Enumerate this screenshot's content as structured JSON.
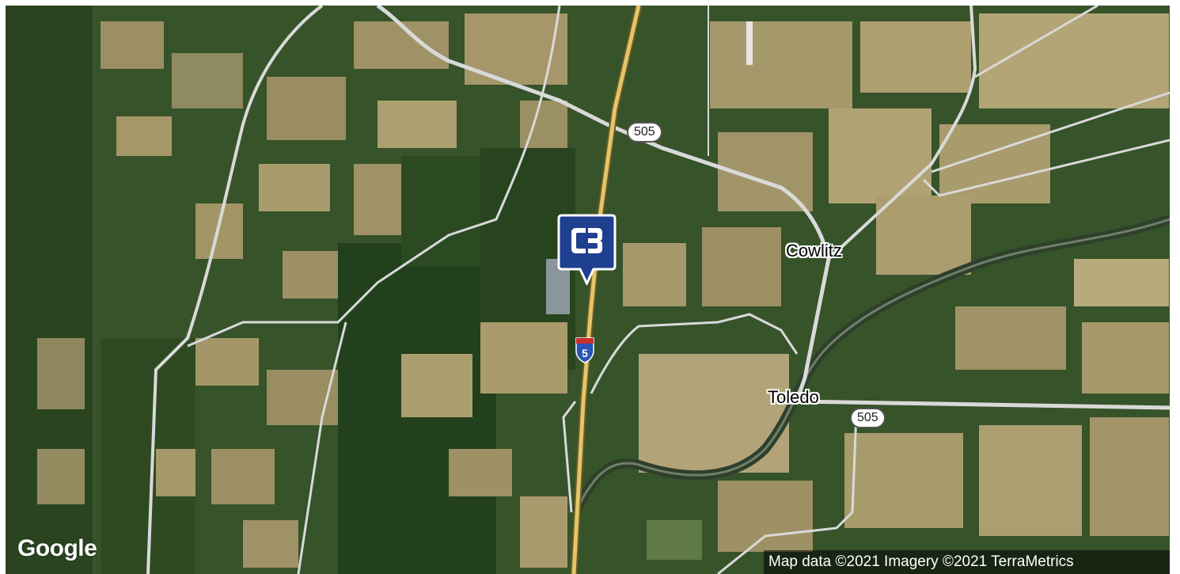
{
  "map": {
    "type": "satellite",
    "places": {
      "cowlitz": "Cowlitz",
      "toledo": "Toledo"
    },
    "routes": {
      "state_route_a": "505",
      "state_route_b": "505",
      "interstate": "5"
    },
    "marker": {
      "icon": "coldwell-banker-logo-icon",
      "color": "#1f3f8f"
    },
    "branding": "Google",
    "attribution": "Map data ©2021 Imagery ©2021 TerraMetrics"
  },
  "colors": {
    "forest_dark": "#2f4a22",
    "field_tan": "#a89a6e",
    "road": "#d9d9d9",
    "interstate_fill": "#e2c66a",
    "marker_blue": "#1f3f8f"
  }
}
